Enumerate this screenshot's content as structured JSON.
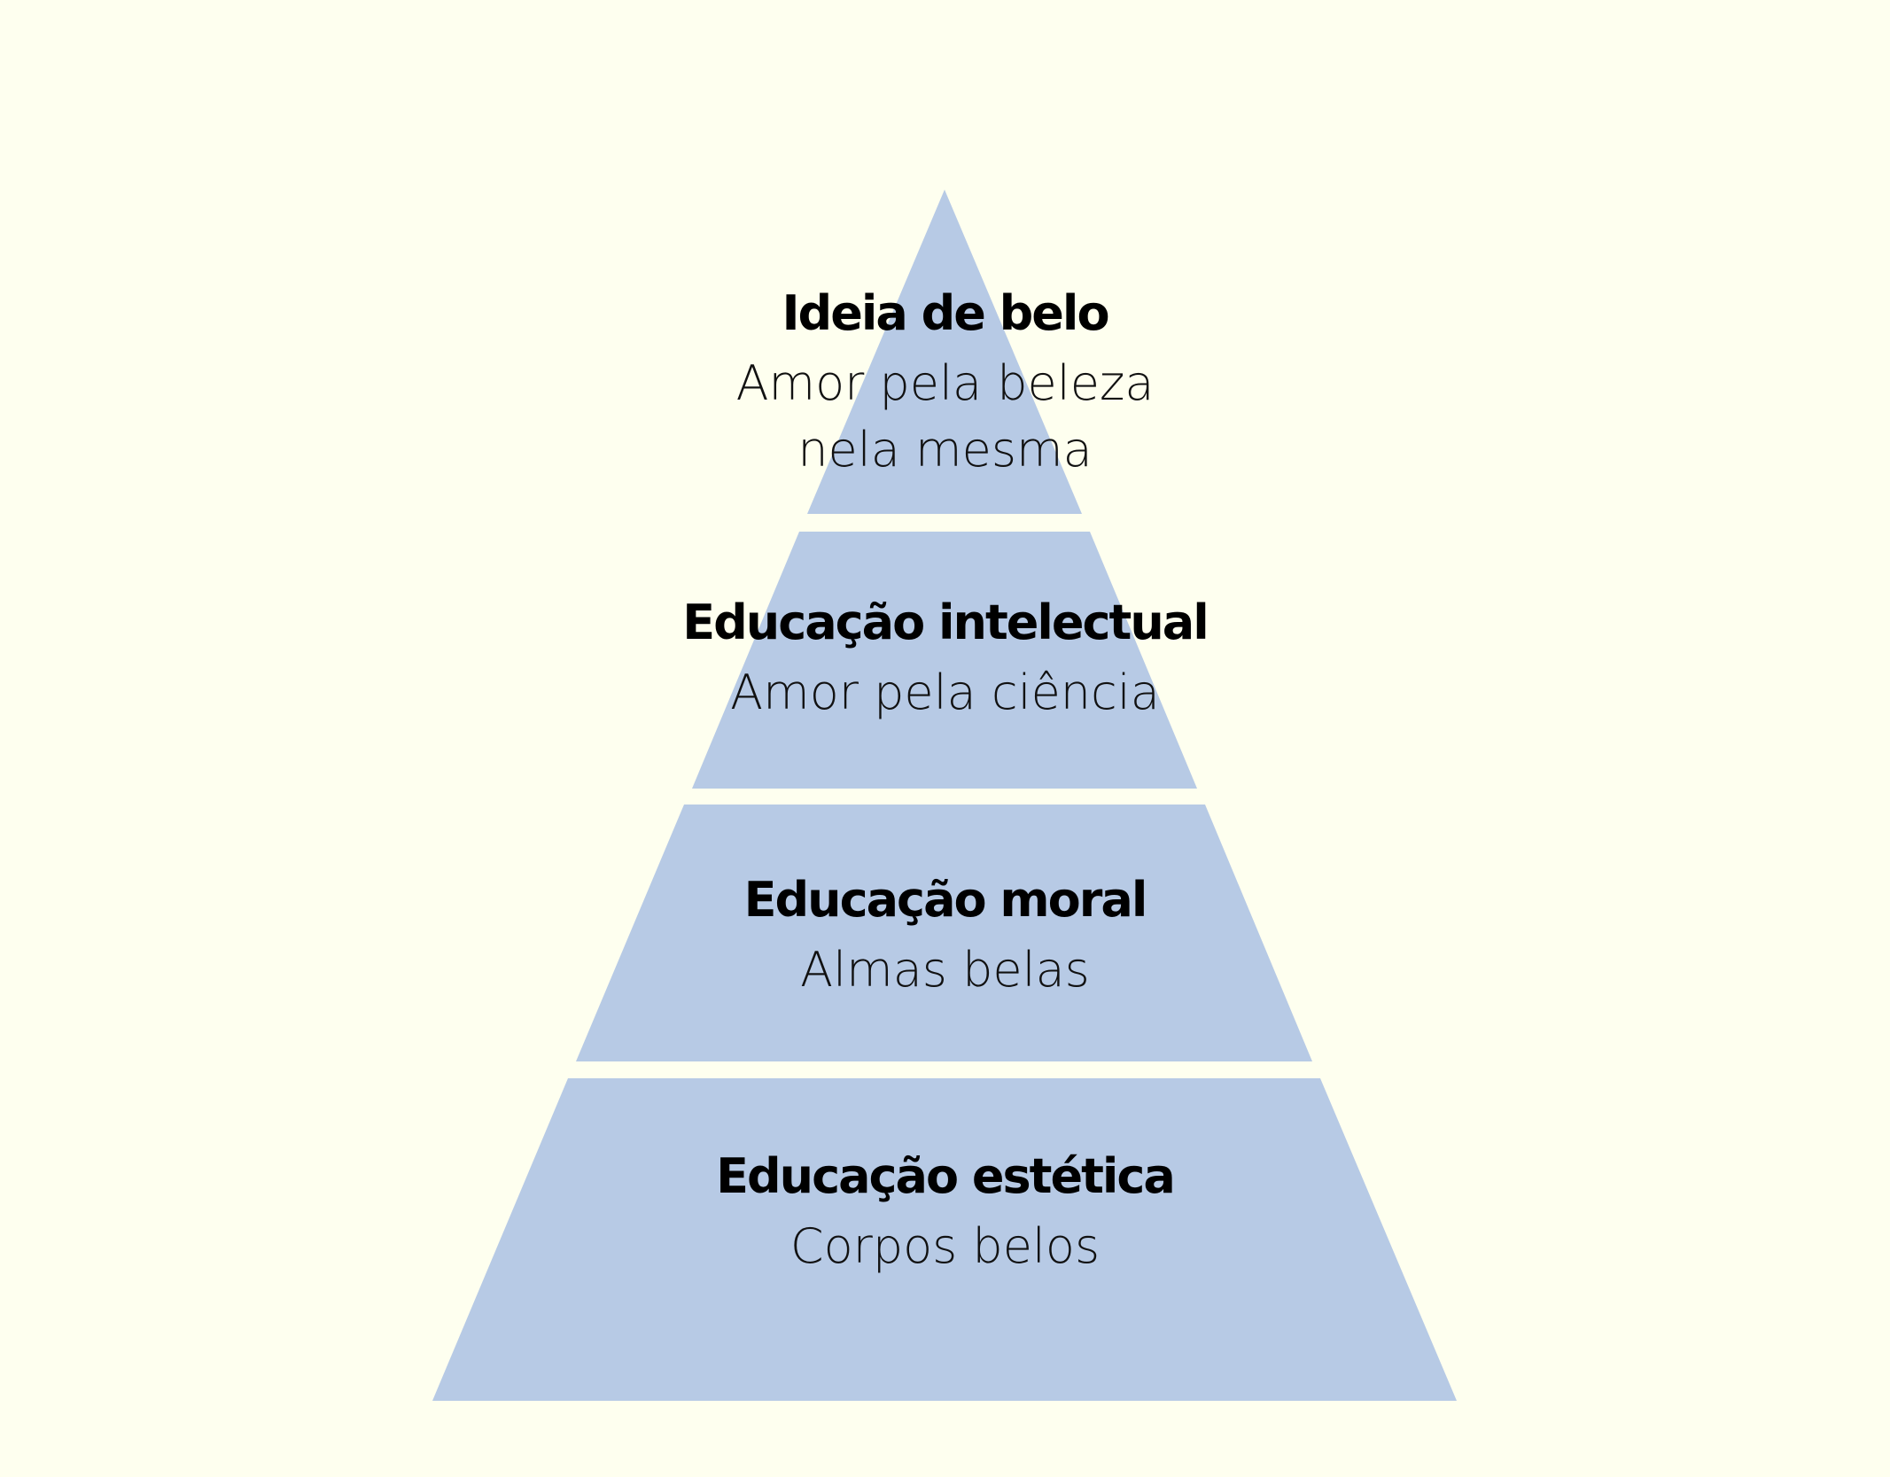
{
  "colors": {
    "background": "#FEFFEF",
    "tier_fill": "#B7CAE5",
    "text": "#000000"
  },
  "pyramid": {
    "tiers": [
      {
        "title": "Ideia de belo",
        "subtitle_lines": [
          "Amor pela beleza",
          "nela mesma"
        ]
      },
      {
        "title": "Educação intelectual",
        "subtitle_lines": [
          "Amor pela ciência"
        ]
      },
      {
        "title": "Educação moral",
        "subtitle_lines": [
          "Almas belas"
        ]
      },
      {
        "title": "Educação estética",
        "subtitle_lines": [
          "Corpos belos"
        ]
      }
    ]
  }
}
